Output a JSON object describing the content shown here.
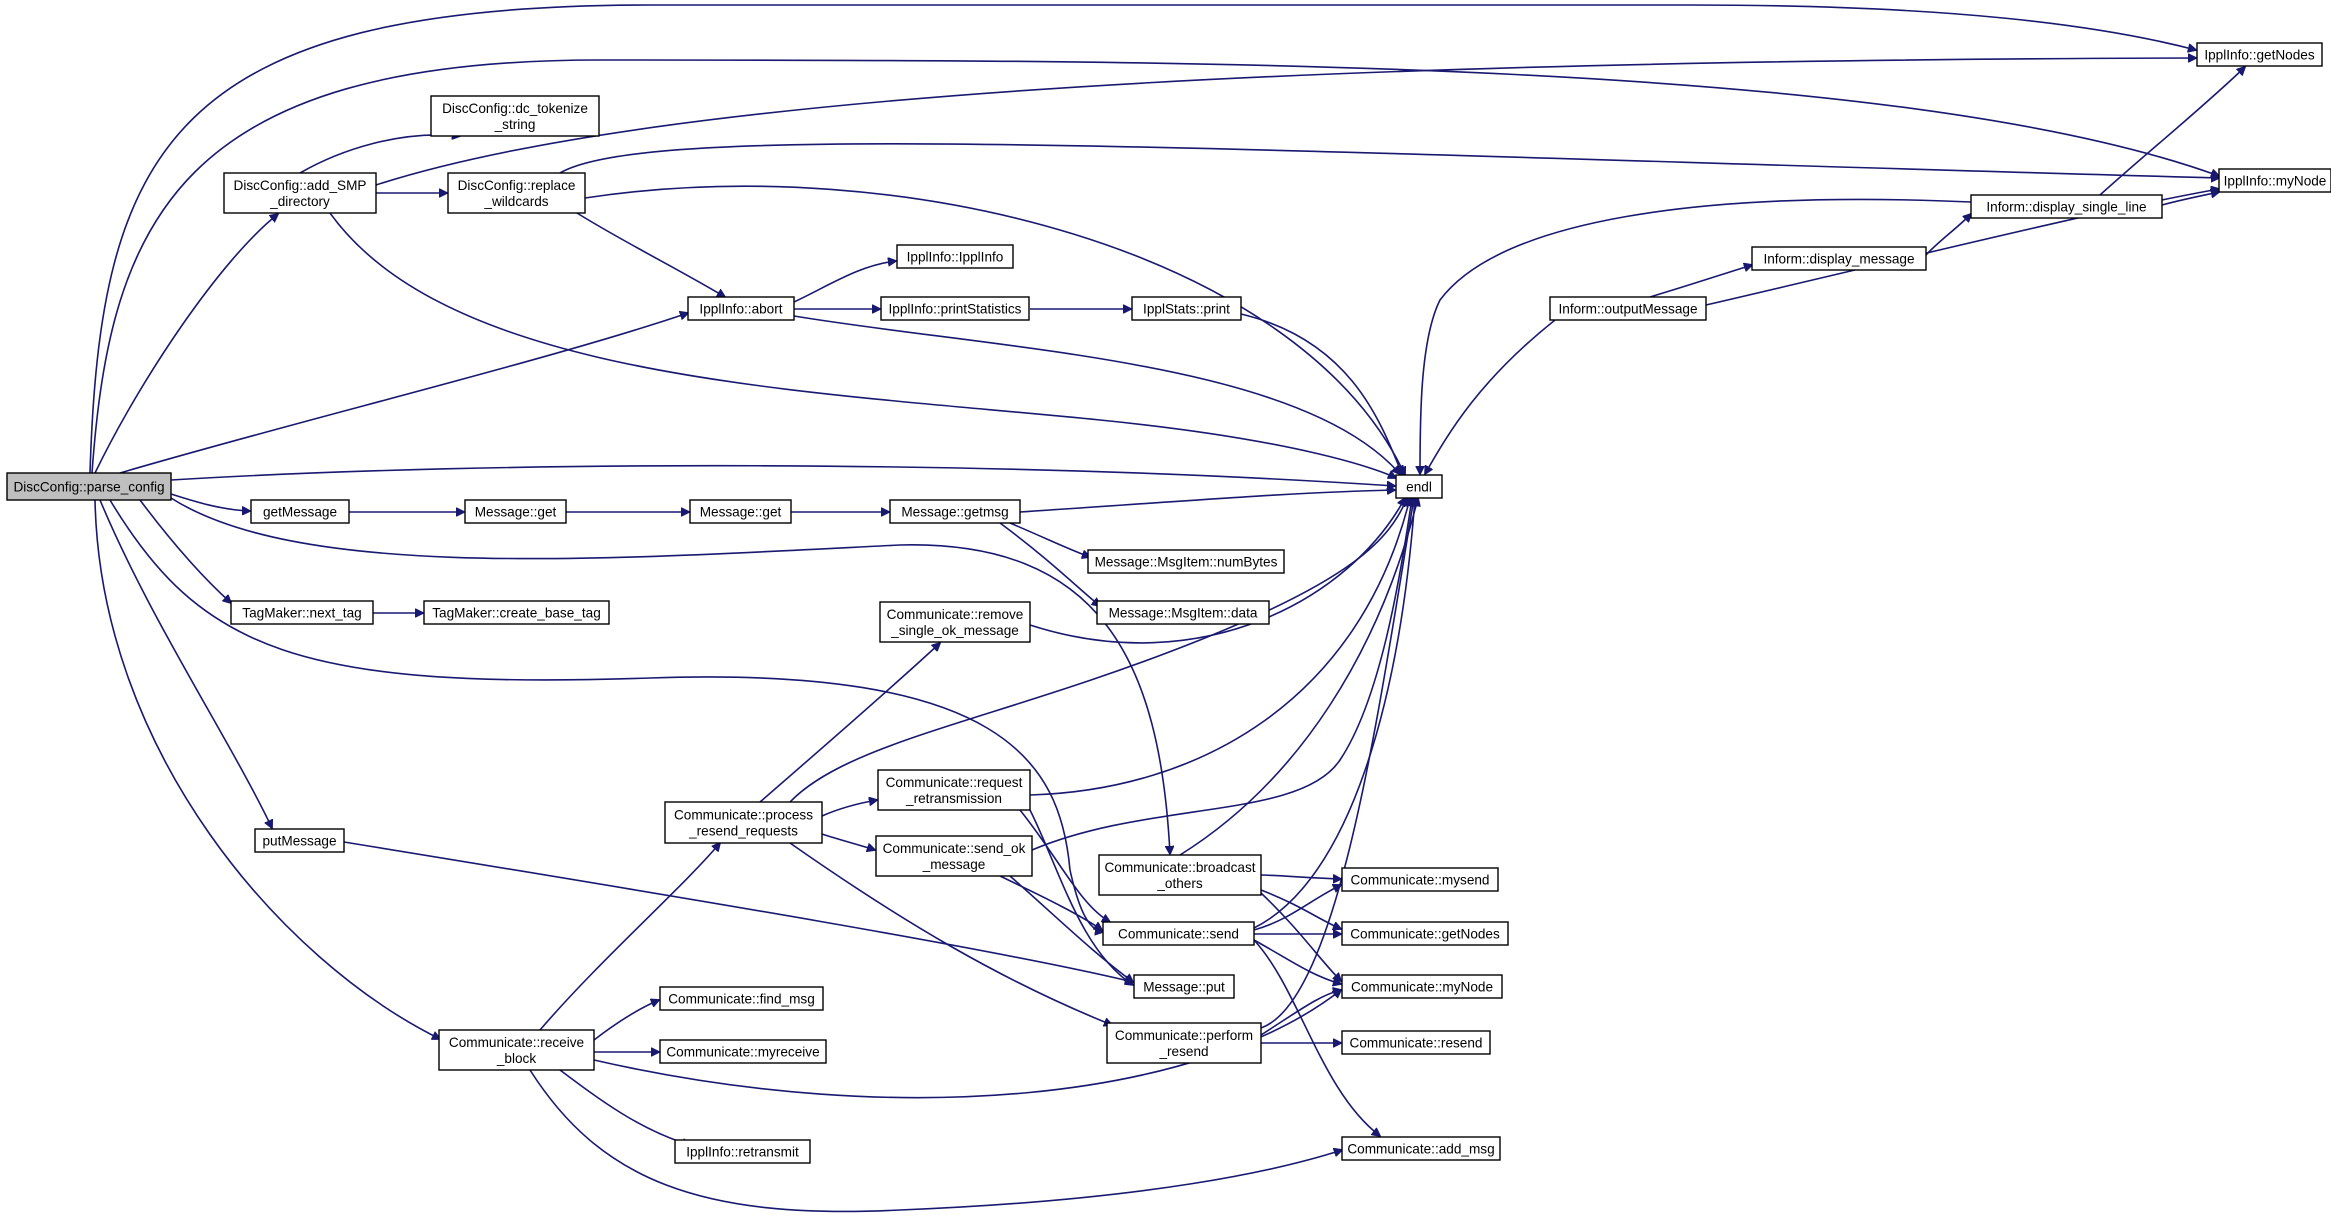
{
  "colors": {
    "edge": "#191970",
    "node_border": "#000000",
    "root_fill": "#bfbfbf",
    "background": "#ffffff"
  },
  "nodes": {
    "parse_config": [
      "DiscConfig::parse_config"
    ],
    "dc_tokenize": [
      "DiscConfig::dc_tokenize",
      "_string"
    ],
    "add_smp": [
      "DiscConfig::add_SMP",
      "_directory"
    ],
    "replace_wildcards": [
      "DiscConfig::replace",
      "_wildcards"
    ],
    "abort": [
      "IpplInfo::abort"
    ],
    "ipplinfo_ctor": [
      "IpplInfo::IpplInfo"
    ],
    "printstatistics": [
      "IpplInfo::printStatistics"
    ],
    "ipplstats_print": [
      "IpplStats::print"
    ],
    "getnodes": [
      "IpplInfo::getNodes"
    ],
    "mynode": [
      "IpplInfo::myNode"
    ],
    "display_single_line": [
      "Inform::display_single_line"
    ],
    "display_message": [
      "Inform::display_message"
    ],
    "outputmessage": [
      "Inform::outputMessage"
    ],
    "endl": [
      "endl"
    ],
    "getmessage": [
      "getMessage"
    ],
    "message_get1": [
      "Message::get"
    ],
    "message_get2": [
      "Message::get"
    ],
    "getmsg": [
      "Message::getmsg"
    ],
    "numbytes": [
      "Message::MsgItem::numBytes"
    ],
    "msgitem_data": [
      "Message::MsgItem::data"
    ],
    "next_tag": [
      "TagMaker::next_tag"
    ],
    "create_base_tag": [
      "TagMaker::create_base_tag"
    ],
    "remove_single_ok": [
      "Communicate::remove",
      "_single_ok_message"
    ],
    "request_retrans": [
      "Communicate::request",
      "_retransmission"
    ],
    "process_resend": [
      "Communicate::process",
      "_resend_requests"
    ],
    "send_ok": [
      "Communicate::send_ok",
      "_message"
    ],
    "broadcast_others": [
      "Communicate::broadcast",
      "_others"
    ],
    "putmessage": [
      "putMessage"
    ],
    "comm_mysend": [
      "Communicate::mysend"
    ],
    "comm_send": [
      "Communicate::send"
    ],
    "comm_getnodes": [
      "Communicate::getNodes"
    ],
    "message_put": [
      "Message::put"
    ],
    "comm_mynode": [
      "Communicate::myNode"
    ],
    "find_msg": [
      "Communicate::find_msg"
    ],
    "receive_block": [
      "Communicate::receive",
      "_block"
    ],
    "myreceive": [
      "Communicate::myreceive"
    ],
    "perform_resend": [
      "Communicate::perform",
      "_resend"
    ],
    "resend": [
      "Communicate::resend"
    ],
    "retransmit": [
      "IpplInfo::retransmit"
    ],
    "add_msg": [
      "Communicate::add_msg"
    ]
  }
}
